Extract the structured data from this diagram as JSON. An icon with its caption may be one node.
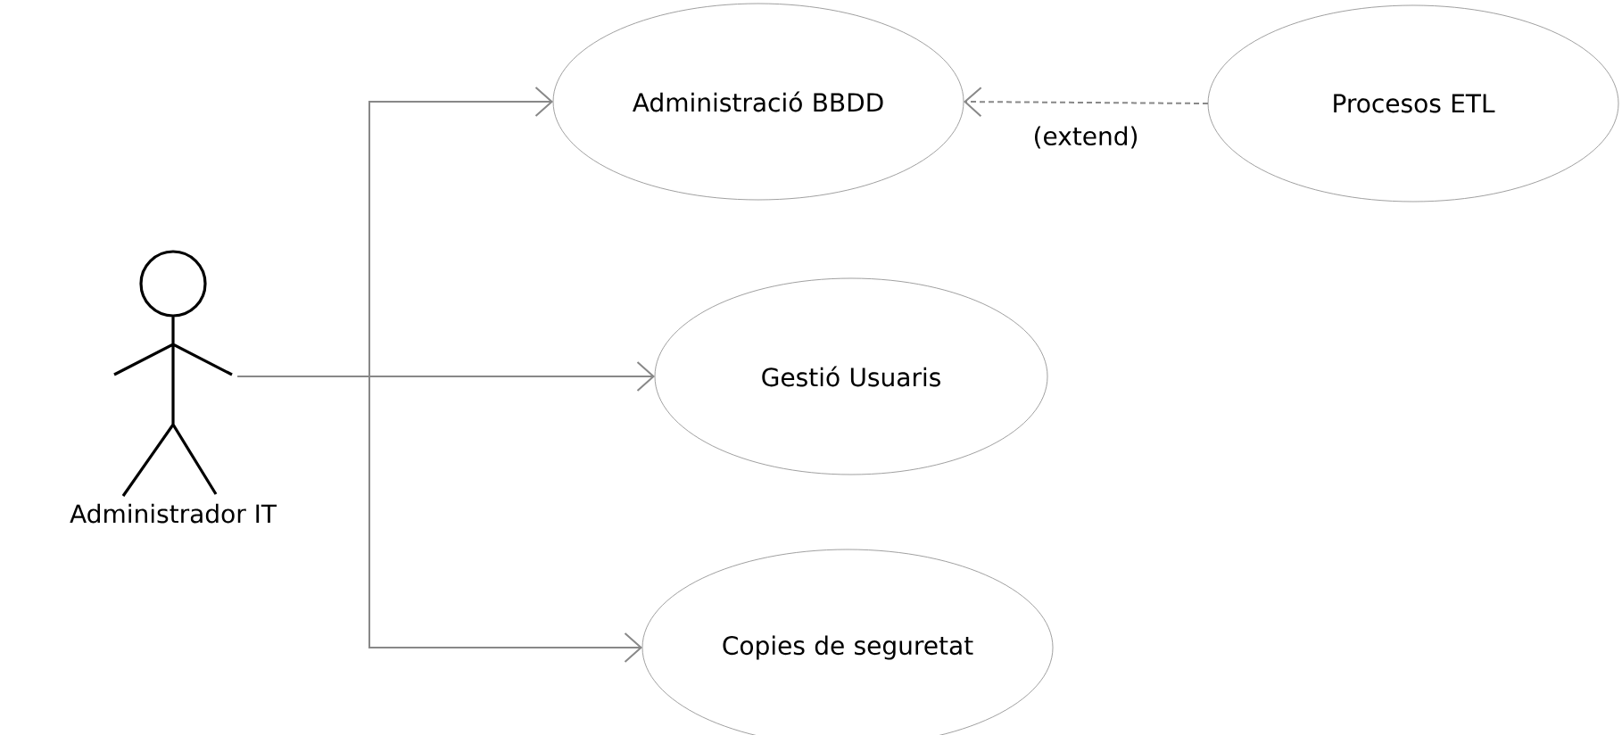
{
  "diagram": {
    "nodes": [
      {
        "text": [
          "Administrador IT"
        ]
      },
      {
        "text": [
          "Administració BBDD"
        ]
      },
      {
        "text": [
          "Procesos ETL"
        ]
      },
      {
        "text": [
          "Gestió Usuaris"
        ]
      },
      {
        "text": [
          "Copies de seguretat"
        ]
      }
    ],
    "edges": [
      {
        "from": 0,
        "to": 1,
        "arrow": "to"
      },
      {
        "from": 2,
        "to": 1,
        "arrow": "to",
        "label": "(extend)",
        "style": "dashed"
      },
      {
        "from": 0,
        "to": 3,
        "arrow": "to"
      },
      {
        "from": 0,
        "to": 4,
        "arrow": "to"
      }
    ]
  }
}
